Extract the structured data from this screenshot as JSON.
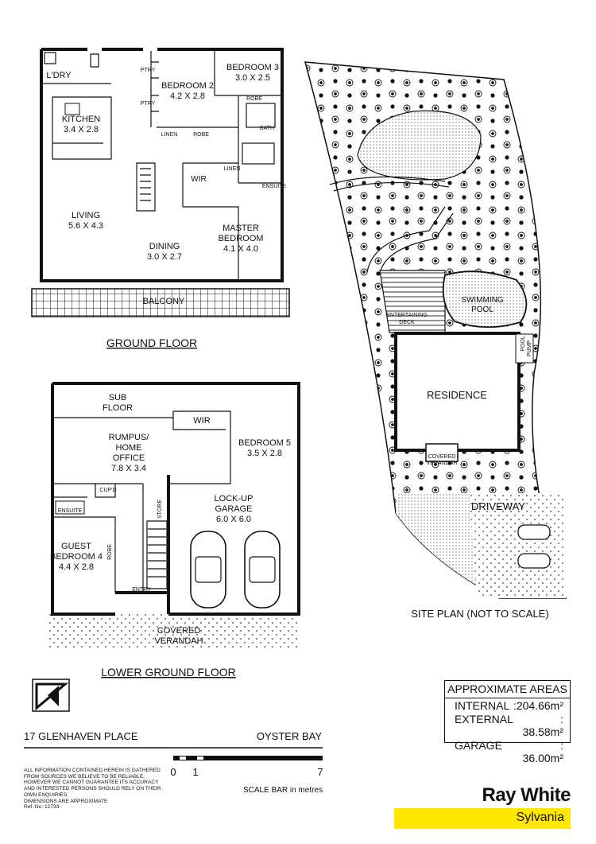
{
  "ground_floor": {
    "title": "GROUND FLOOR",
    "rooms": [
      {
        "name": "L'DRY",
        "size": ""
      },
      {
        "name": "KITCHEN",
        "size": "3.4 X 2.8"
      },
      {
        "name": "BEDROOM 2",
        "size": "4.2 X 2.8"
      },
      {
        "name": "BEDROOM 3",
        "size": "3.0 X 2.5"
      },
      {
        "name": "LIVING",
        "size": "5.6 X 4.3"
      },
      {
        "name": "DINING",
        "size": "3.0 X 2.7"
      },
      {
        "name": "MASTER",
        "size": "BEDROOM"
      },
      {
        "name": "",
        "size": "4.1 X 4.0"
      }
    ],
    "minor_labels": {
      "linen": "LINEN",
      "robe": "ROBE",
      "bath": "BATH",
      "wir": "WIR",
      "ptry": "PTRY",
      "ensuite": "ENSUITE",
      "balcony": "BALCONY"
    }
  },
  "lower_floor": {
    "title": "LOWER GROUND FLOOR",
    "sub_floor": [
      "SUB",
      "FLOOR"
    ],
    "rumpus": [
      "RUMPUS/",
      "HOME",
      "OFFICE",
      "7.8 X 3.4"
    ],
    "bedroom5": [
      "BEDROOM 5",
      "3.5 X 2.8"
    ],
    "garage": [
      "LOCK-UP",
      "GARAGE",
      "6.0 X 6.0"
    ],
    "guest": [
      "GUEST",
      "BEDROOM 4",
      "4.4 X 2.8"
    ],
    "verandah": [
      "COVERED",
      "VERANDAH"
    ],
    "minor_labels": {
      "wir": "WIR",
      "cupd": "CUP'D",
      "ensuite": "ENSUITE",
      "store": "STORE",
      "robe": "ROBE",
      "entry": "ENTRY"
    }
  },
  "site_plan": {
    "title": "SITE PLAN (NOT TO SCALE)",
    "residence": "RESIDENCE",
    "pool": [
      "SWIMMING",
      "POOL"
    ],
    "deck": [
      "ENTERTAINING",
      "DECK"
    ],
    "pool_pump": [
      "POOL",
      "PUMP"
    ],
    "covered_verandah": [
      "COVERED",
      "VERANDAH"
    ],
    "driveway": "DRIVEWAY"
  },
  "address": "17 GLENHAVEN PLACE",
  "suburb": "OYSTER BAY",
  "scale": {
    "zero": "0",
    "one": "1",
    "seven": "7",
    "caption": "SCALE BAR in metres"
  },
  "disclaimer": [
    "ALL INFORMATION CONTAINED HEREIN IS GATHERED",
    "FROM SOURCES WE BELIEVE TO BE RELIABLE.",
    "HOWEVER WE CANNOT GUARANTEE ITS ACCURACY",
    "AND INTERESTED PERSONS SHOULD RELY ON THEIR",
    "OWN ENQUIRIES.",
    "DIMENSIONS ARE APPROXIMATE",
    "Ref. No: 12733"
  ],
  "areas": {
    "heading": "APPROXIMATE AREAS",
    "rows": [
      {
        "label": "INTERNAL",
        "value": ":204.66m²"
      },
      {
        "label": "EXTERNAL",
        "value": ": 38.58m²"
      },
      {
        "label": "GARAGE",
        "value": ": 36.00m²"
      }
    ]
  },
  "brand": {
    "name": "Ray White",
    "office": "Sylvania",
    "accent": "#ffe700"
  }
}
